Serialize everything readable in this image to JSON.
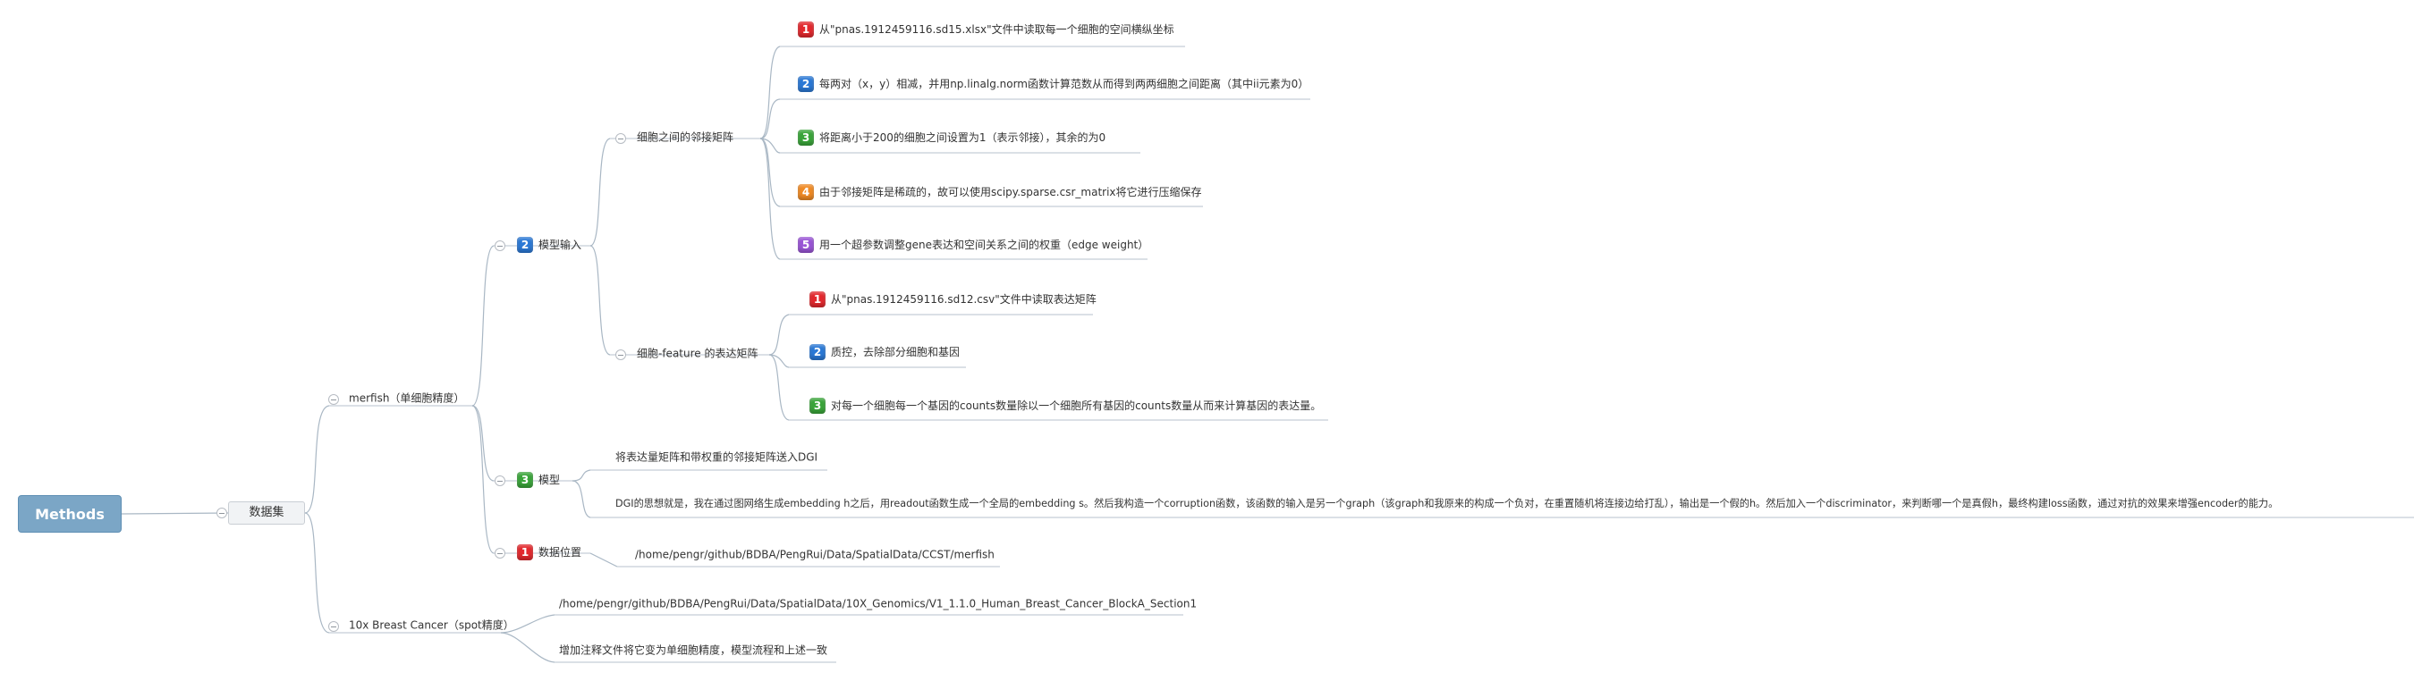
{
  "root": {
    "label": "Methods"
  },
  "level1": {
    "label": "数据集"
  },
  "merfish": {
    "label": "merfish（单细胞精度）",
    "model_input": {
      "badge": "2",
      "label": "模型输入",
      "adjacency": {
        "label": "细胞之间的邻接矩阵",
        "items": [
          {
            "badge": "1",
            "color": "red",
            "text": "从\"pnas.1912459116.sd15.xlsx\"文件中读取每一个细胞的空间横纵坐标"
          },
          {
            "badge": "2",
            "color": "blue",
            "text": "每两对（x，y）相减，并用np.linalg.norm函数计算范数从而得到两两细胞之间距离（其中ii元素为0）"
          },
          {
            "badge": "3",
            "color": "green",
            "text": "将距离小于200的细胞之间设置为1（表示邻接），其余的为0"
          },
          {
            "badge": "4",
            "color": "orange",
            "text": "由于邻接矩阵是稀疏的，故可以使用scipy.sparse.csr_matrix将它进行压缩保存"
          },
          {
            "badge": "5",
            "color": "purple",
            "text": "用一个超参数调整gene表达和空间关系之间的权重（edge weight）"
          }
        ]
      },
      "feature": {
        "label": "细胞-feature 的表达矩阵",
        "items": [
          {
            "badge": "1",
            "color": "red",
            "text": "从\"pnas.1912459116.sd12.csv\"文件中读取表达矩阵"
          },
          {
            "badge": "2",
            "color": "blue",
            "text": "质控，去除部分细胞和基因"
          },
          {
            "badge": "3",
            "color": "green",
            "text": "对每一个细胞每一个基因的counts数量除以一个细胞所有基因的counts数量从而来计算基因的表达量。"
          }
        ]
      }
    },
    "model": {
      "badge": "3",
      "label": "模型",
      "items": [
        "将表达量矩阵和带权重的邻接矩阵送入DGI",
        "DGI的思想就是，我在通过图网络生成embedding h之后，用readout函数生成一个全局的embedding s。然后我构造一个corruption函数，该函数的输入是另一个graph（该graph和我原来的构成一个负对，在重置随机将连接边给打乱），输出是一个假的h。然后加入一个discriminator，来判断哪一个是真假h，最终构建loss函数，通过对抗的效果来增强encoder的能力。"
      ]
    },
    "location": {
      "badge": "1",
      "label": "数据位置",
      "path": "/home/pengr/github/BDBA/PengRui/Data/SpatialData/CCST/merfish"
    }
  },
  "breast": {
    "label": "10x Breast Cancer（spot精度）",
    "items": [
      "/home/pengr/github/BDBA/PengRui/Data/SpatialData/10X_Genomics/V1_1.1.0_Human_Breast_Cancer_BlockA_Section1",
      "增加注释文件将它变为单细胞精度，模型流程和上述一致"
    ]
  }
}
